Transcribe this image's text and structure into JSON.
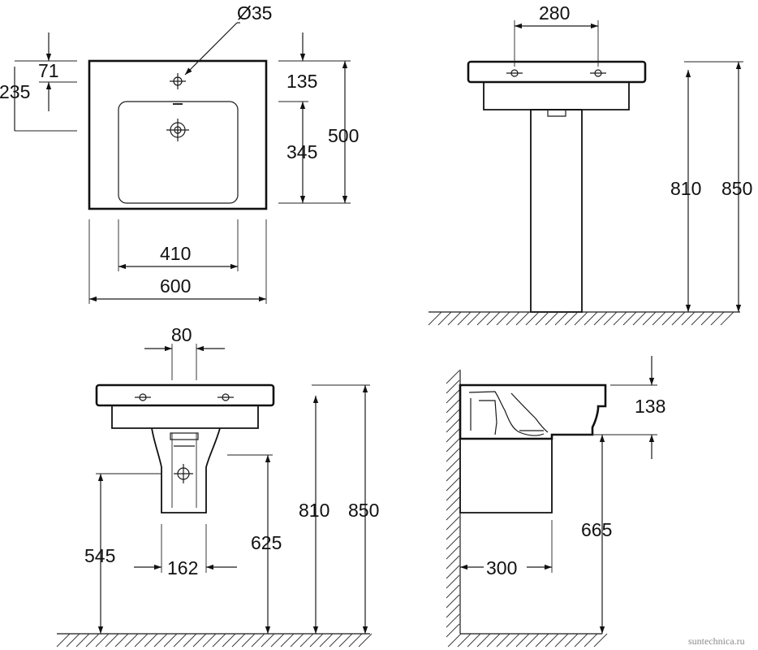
{
  "top_view": {
    "hole_diameter": "Ø35",
    "dim_71": "71",
    "dim_235": "235",
    "dim_135": "135",
    "dim_345": "345",
    "dim_500": "500",
    "dim_410": "410",
    "dim_600": "600"
  },
  "front_view": {
    "dim_280": "280",
    "dim_810": "810",
    "dim_850": "850"
  },
  "semi_pedestal_view": {
    "dim_80": "80",
    "dim_545": "545",
    "dim_162": "162",
    "dim_625": "625",
    "dim_810": "810",
    "dim_850": "850"
  },
  "side_view": {
    "dim_138": "138",
    "dim_665": "665",
    "dim_300": "300"
  },
  "watermark": "suntechnica.ru",
  "colors": {
    "line": "#111111",
    "background": "#ffffff",
    "watermark": "#8a8a8a"
  }
}
